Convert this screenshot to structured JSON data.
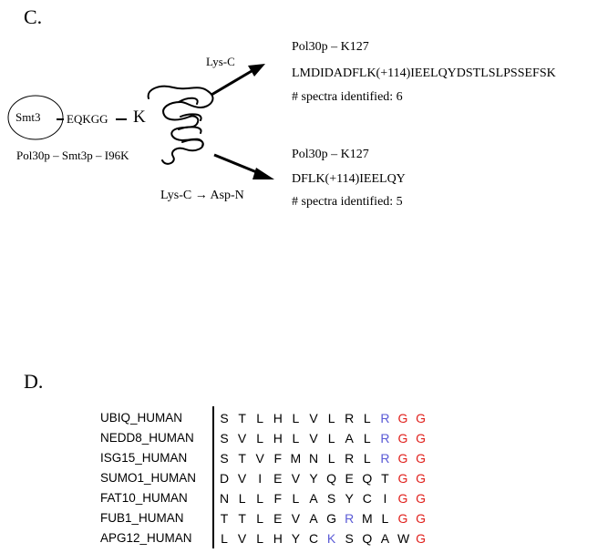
{
  "panel_c": {
    "letter": "C.",
    "smt3_label": "Smt3",
    "linker_label": "EQKGG",
    "lysine_label": "K",
    "construct_caption": "Pol30p – Smt3p – I96K",
    "top_branch": {
      "enzyme": "Lys-C",
      "site": "Pol30p – K127",
      "peptide": "LMDIDADFLK(+114)IEELQYDSTLSLPSSEFSK",
      "spectra": "# spectra identified:  6"
    },
    "bottom_branch": {
      "enzyme": "Lys-C → Asp-N",
      "site": "Pol30p – K127",
      "peptide": "DFLK(+114)IEELQY",
      "spectra": "# spectra identified:  5"
    }
  },
  "panel_d": {
    "letter": "D.",
    "colors": {
      "default": "#000000",
      "blue": "#5b5bd6",
      "red": "#e0201c"
    },
    "rows": [
      {
        "name": "UBIQ_HUMAN",
        "residues": [
          "S",
          "T",
          "L",
          "H",
          "L",
          "V",
          "L",
          "R",
          "L",
          "R",
          "G",
          "G"
        ],
        "colors": [
          "k",
          "k",
          "k",
          "k",
          "k",
          "k",
          "k",
          "k",
          "k",
          "b",
          "r",
          "r"
        ]
      },
      {
        "name": "NEDD8_HUMAN",
        "residues": [
          "S",
          "V",
          "L",
          "H",
          "L",
          "V",
          "L",
          "A",
          "L",
          "R",
          "G",
          "G"
        ],
        "colors": [
          "k",
          "k",
          "k",
          "k",
          "k",
          "k",
          "k",
          "k",
          "k",
          "b",
          "r",
          "r"
        ]
      },
      {
        "name": "ISG15_HUMAN",
        "residues": [
          "S",
          "T",
          "V",
          "F",
          "M",
          "N",
          "L",
          "R",
          "L",
          "R",
          "G",
          "G"
        ],
        "colors": [
          "k",
          "k",
          "k",
          "k",
          "k",
          "k",
          "k",
          "k",
          "k",
          "b",
          "r",
          "r"
        ]
      },
      {
        "name": "SUMO1_HUMAN",
        "residues": [
          "D",
          "V",
          "I",
          "E",
          "V",
          "Y",
          "Q",
          "E",
          "Q",
          "T",
          "G",
          "G"
        ],
        "colors": [
          "k",
          "k",
          "k",
          "k",
          "k",
          "k",
          "k",
          "k",
          "k",
          "k",
          "r",
          "r"
        ]
      },
      {
        "name": "FAT10_HUMAN",
        "residues": [
          "N",
          "L",
          "L",
          "F",
          "L",
          "A",
          "S",
          "Y",
          "C",
          "I",
          "G",
          "G"
        ],
        "colors": [
          "k",
          "k",
          "k",
          "k",
          "k",
          "k",
          "k",
          "k",
          "k",
          "k",
          "r",
          "r"
        ]
      },
      {
        "name": "FUB1_HUMAN",
        "residues": [
          "T",
          "T",
          "L",
          "E",
          "V",
          "A",
          "G",
          "R",
          "M",
          "L",
          "G",
          "G"
        ],
        "colors": [
          "k",
          "k",
          "k",
          "k",
          "k",
          "k",
          "k",
          "b",
          "k",
          "k",
          "r",
          "r"
        ]
      },
      {
        "name": "APG12_HUMAN",
        "residues": [
          "L",
          "V",
          "L",
          "H",
          "Y",
          "C",
          "K",
          "S",
          "Q",
          "A",
          "W",
          "G"
        ],
        "colors": [
          "k",
          "k",
          "k",
          "k",
          "k",
          "k",
          "b",
          "k",
          "k",
          "k",
          "k",
          "r"
        ]
      }
    ]
  }
}
